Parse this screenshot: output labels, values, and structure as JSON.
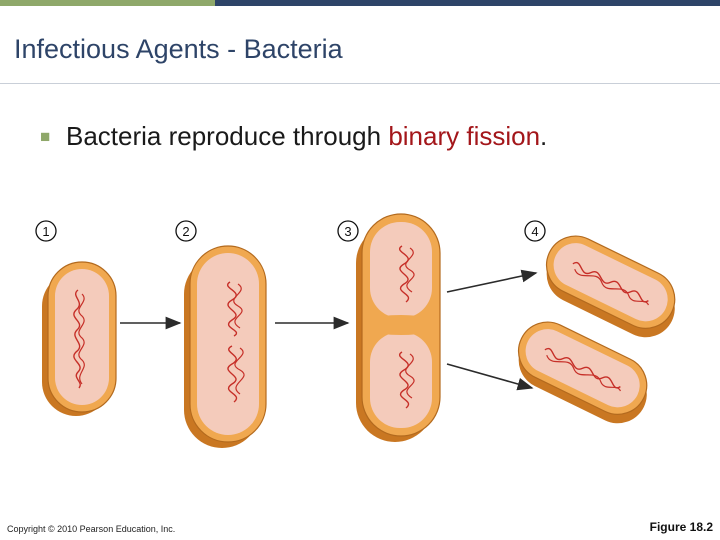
{
  "header": {
    "title": "Infectious Agents - Bacteria",
    "colors": {
      "accent_green": "#8fa86a",
      "accent_blue": "#2e4468"
    }
  },
  "content": {
    "bullet_icon": "square-bullet-icon",
    "bullet_text_before": "Bacteria reproduce through ",
    "bullet_highlight": "binary fission",
    "bullet_text_after": ".",
    "highlight_color": "#a3161a"
  },
  "diagram": {
    "steps": [
      {
        "label": "1"
      },
      {
        "label": "2"
      },
      {
        "label": "3"
      },
      {
        "label": "4"
      }
    ],
    "colors": {
      "cell_wall": "#d98a2e",
      "cytoplasm": "#f2c6b4",
      "dna": "#c62f28"
    }
  },
  "footer": {
    "copyright": "Copyright © 2010 Pearson Education, Inc.",
    "figure": "Figure 18.2"
  }
}
